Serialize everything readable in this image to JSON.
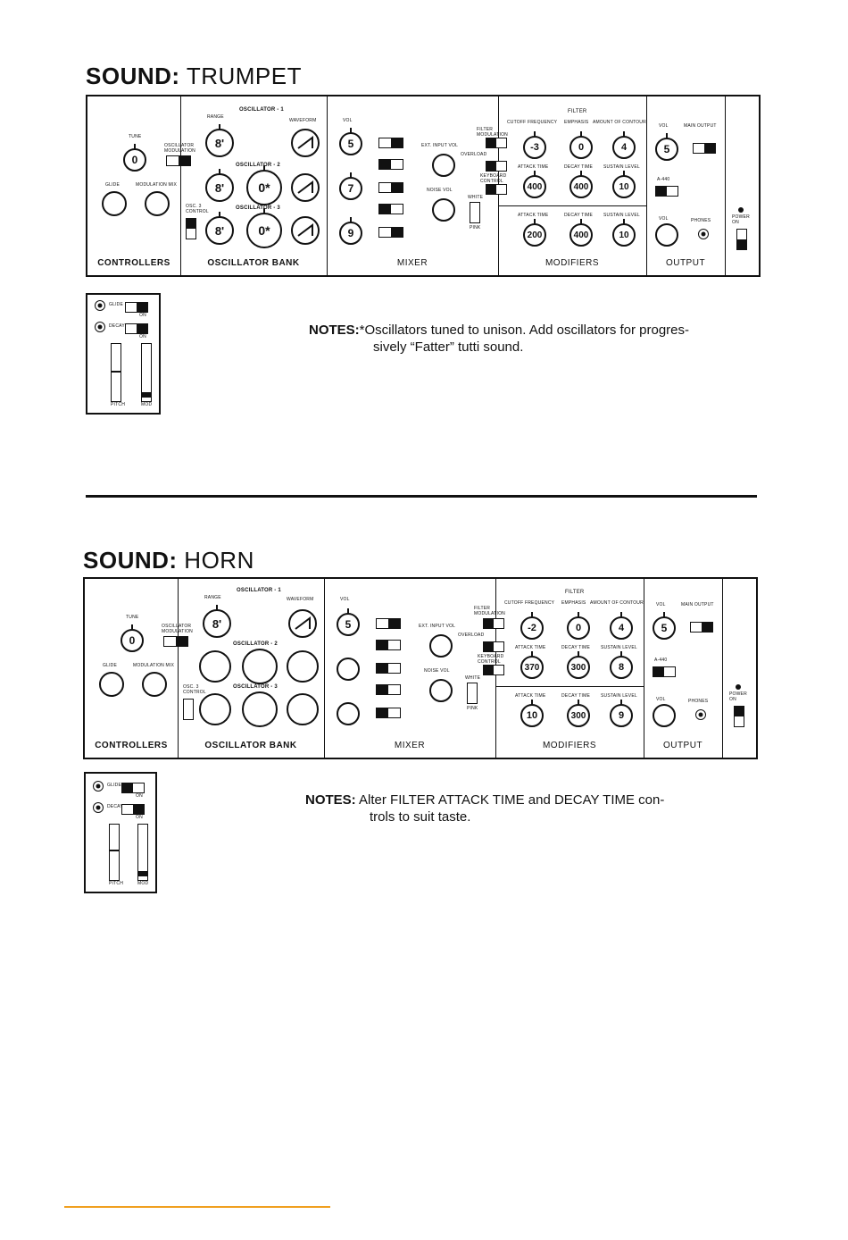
{
  "labels": {
    "sound": "SOUND:",
    "notes": "NOTES:",
    "controllers": "CONTROLLERS",
    "oscillator_bank": "OSCILLATOR BANK",
    "mixer": "MIXER",
    "modifiers": "MODIFIERS",
    "output": "OUTPUT",
    "tune": "TUNE",
    "glide": "GLIDE",
    "mod_mix": "MODULATION MIX",
    "osc_mod": "OSCILLATOR MODULATION",
    "osc1": "OSCILLATOR - 1",
    "osc2": "OSCILLATOR - 2",
    "osc3": "OSCILLATOR - 3",
    "range": "RANGE",
    "waveform": "WAVEFORM",
    "osc3_control": "OSC. 3 CONTROL",
    "vol": "VOL",
    "on": "ON",
    "ext_input_vol": "EXT. INPUT VOL",
    "noise_vol": "NOISE VOL",
    "overload": "OVERLOAD",
    "filter_modulation": "FILTER MODULATION",
    "keyboard_control": "KEYBOARD CONTROL",
    "white": "WHITE",
    "pink": "PINK",
    "filter": "FILTER",
    "cutoff": "CUTOFF FREQUENCY",
    "emphasis": "EMPHASIS",
    "contour_amount": "AMOUNT OF CONTOUR",
    "attack": "ATTACK TIME",
    "decay": "DECAY TIME",
    "sustain": "SUSTAIN LEVEL",
    "main_output": "MAIN OUTPUT",
    "a440": "A-440",
    "phones": "PHONES",
    "power_on": "POWER ON",
    "glide_sw": "GLIDE",
    "decay_sw": "DECAY",
    "pitch": "PITCH",
    "mod": "MOD"
  },
  "trumpet": {
    "name": "TRUMPET",
    "tune": "0",
    "osc1_range": "8'",
    "osc2_range": "8'",
    "osc2_tune": "0*",
    "osc3_range": "8'",
    "osc3_tune": "0*",
    "mix1": "5",
    "mix2": "7",
    "mix3": "9",
    "cutoff": "-3",
    "emphasis": "0",
    "contour": "4",
    "f_attack": "400",
    "f_decay": "400",
    "f_sustain": "10",
    "l_attack": "200",
    "l_decay": "400",
    "l_sustain": "10",
    "out_vol": "5",
    "notes_line1": "*Oscillators tuned to unison. Add oscillators for progres-",
    "notes_line2": "sively “Fatter” tutti sound."
  },
  "horn": {
    "name": "HORN",
    "tune": "0",
    "osc1_range": "8'",
    "mix1": "5",
    "cutoff": "-2",
    "emphasis": "0",
    "contour": "4",
    "f_attack": "370",
    "f_decay": "300",
    "f_sustain": "8",
    "l_attack": "10",
    "l_decay": "300",
    "l_sustain": "9",
    "out_vol": "5",
    "notes_line1": "Alter FILTER ATTACK  TIME and DECAY TIME con-",
    "notes_line2": "trols to suit taste."
  }
}
